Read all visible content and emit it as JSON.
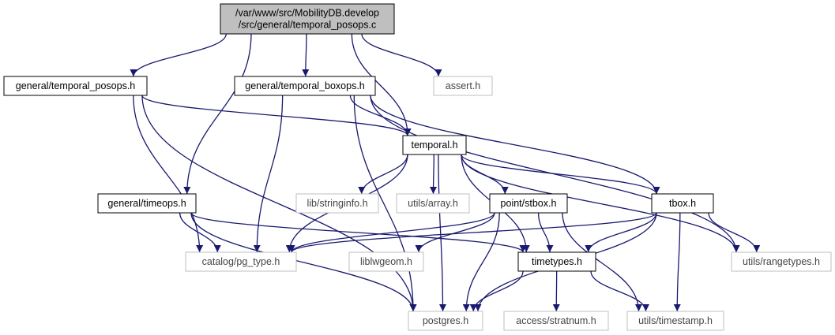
{
  "colors": {
    "edge": "#191970",
    "root_fill": "#bfbfbf",
    "box_border": "#000000",
    "external_border": "#bfbfbf",
    "background": "#ffffff"
  },
  "nodes": {
    "root": {
      "lines": [
        "/var/www/src/MobilityDB.develop",
        "/src/general/temporal_posops.c"
      ],
      "kind": "root"
    },
    "temporal_posops_h": {
      "lines": [
        "general/temporal_posops.h"
      ],
      "kind": "local"
    },
    "temporal_boxops_h": {
      "lines": [
        "general/temporal_boxops.h"
      ],
      "kind": "local"
    },
    "assert_h": {
      "lines": [
        "assert.h"
      ],
      "kind": "external"
    },
    "temporal_h": {
      "lines": [
        "temporal.h"
      ],
      "kind": "local"
    },
    "timeops_h": {
      "lines": [
        "general/timeops.h"
      ],
      "kind": "local"
    },
    "stringinfo_h": {
      "lines": [
        "lib/stringinfo.h"
      ],
      "kind": "external"
    },
    "array_h": {
      "lines": [
        "utils/array.h"
      ],
      "kind": "external"
    },
    "stbox_h": {
      "lines": [
        "point/stbox.h"
      ],
      "kind": "local"
    },
    "tbox_h": {
      "lines": [
        "tbox.h"
      ],
      "kind": "local"
    },
    "pg_type_h": {
      "lines": [
        "catalog/pg_type.h"
      ],
      "kind": "external"
    },
    "liblwgeom_h": {
      "lines": [
        "liblwgeom.h"
      ],
      "kind": "external"
    },
    "timetypes_h": {
      "lines": [
        "timetypes.h"
      ],
      "kind": "local"
    },
    "rangetypes_h": {
      "lines": [
        "utils/rangetypes.h"
      ],
      "kind": "external"
    },
    "postgres_h": {
      "lines": [
        "postgres.h"
      ],
      "kind": "external"
    },
    "stratnum_h": {
      "lines": [
        "access/stratnum.h"
      ],
      "kind": "external"
    },
    "timestamp_h": {
      "lines": [
        "utils/timestamp.h"
      ],
      "kind": "external"
    }
  },
  "edges": [
    [
      "root",
      "temporal_posops_h"
    ],
    [
      "root",
      "timeops_h"
    ],
    [
      "root",
      "temporal_boxops_h"
    ],
    [
      "root",
      "temporal_h"
    ],
    [
      "root",
      "assert_h"
    ],
    [
      "temporal_posops_h",
      "temporal_h"
    ],
    [
      "temporal_posops_h",
      "pg_type_h"
    ],
    [
      "temporal_posops_h",
      "postgres_h"
    ],
    [
      "temporal_boxops_h",
      "temporal_h"
    ],
    [
      "temporal_boxops_h",
      "tbox_h"
    ],
    [
      "temporal_boxops_h",
      "pg_type_h"
    ],
    [
      "temporal_boxops_h",
      "rangetypes_h"
    ],
    [
      "temporal_boxops_h",
      "postgres_h"
    ],
    [
      "temporal_h",
      "stringinfo_h"
    ],
    [
      "temporal_h",
      "array_h"
    ],
    [
      "temporal_h",
      "stbox_h"
    ],
    [
      "temporal_h",
      "tbox_h"
    ],
    [
      "temporal_h",
      "pg_type_h"
    ],
    [
      "temporal_h",
      "timetypes_h"
    ],
    [
      "temporal_h",
      "postgres_h"
    ],
    [
      "temporal_h",
      "rangetypes_h"
    ],
    [
      "timeops_h",
      "pg_type_h"
    ],
    [
      "timeops_h",
      "timetypes_h"
    ],
    [
      "timeops_h",
      "postgres_h"
    ],
    [
      "stbox_h",
      "pg_type_h"
    ],
    [
      "stbox_h",
      "liblwgeom_h"
    ],
    [
      "stbox_h",
      "timetypes_h"
    ],
    [
      "stbox_h",
      "postgres_h"
    ],
    [
      "stbox_h",
      "timestamp_h"
    ],
    [
      "tbox_h",
      "pg_type_h"
    ],
    [
      "tbox_h",
      "timetypes_h"
    ],
    [
      "tbox_h",
      "rangetypes_h"
    ],
    [
      "tbox_h",
      "postgres_h"
    ],
    [
      "tbox_h",
      "timestamp_h"
    ],
    [
      "timetypes_h",
      "postgres_h"
    ],
    [
      "timetypes_h",
      "stratnum_h"
    ],
    [
      "timetypes_h",
      "timestamp_h"
    ]
  ]
}
